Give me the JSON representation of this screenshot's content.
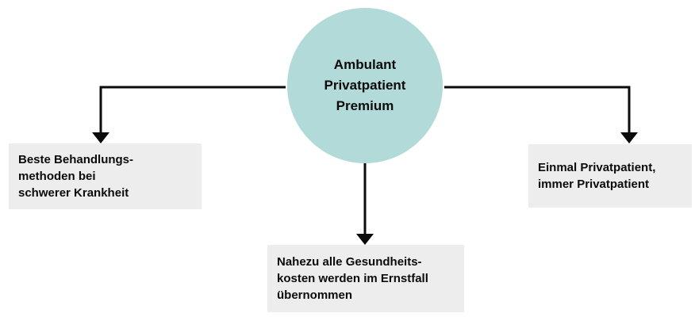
{
  "diagram": {
    "title": "Ambulant Privatpatient Premium",
    "center_node": {
      "lines": [
        "Ambulant",
        "Privatpatient",
        "Premium"
      ]
    },
    "branches": [
      {
        "position": "left",
        "lines": [
          "Beste Behandlungs-",
          "methoden bei",
          "schwerer Krankheit"
        ]
      },
      {
        "position": "bottom",
        "lines": [
          "Nahezu alle Gesundheits-",
          "kosten werden im Ernstfall",
          "übernommen"
        ]
      },
      {
        "position": "right",
        "lines": [
          "Einmal Privatpatient,",
          "immer Privatpatient"
        ]
      }
    ]
  },
  "colors": {
    "circle_fill": "#b2dad8",
    "box_fill": "#ededed",
    "text_color": "#0b0b0b",
    "arrow_color": "#0b0b0b",
    "page_bg": "#ffffff"
  }
}
